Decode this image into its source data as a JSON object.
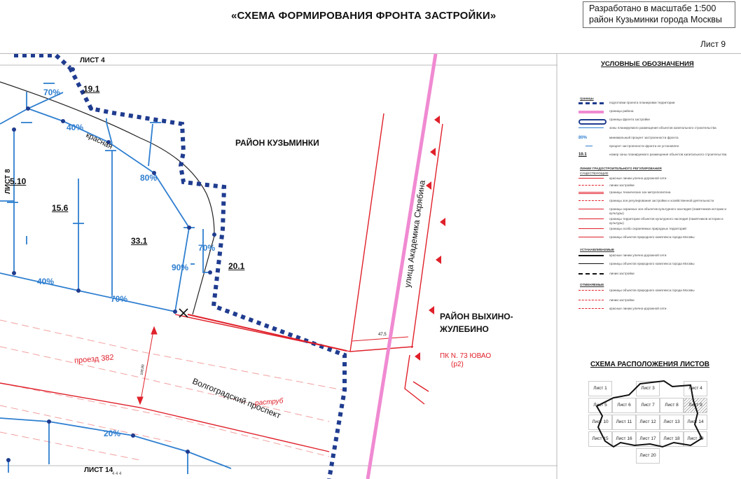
{
  "header": {
    "title": "«СХЕМА ФОРМИРОВАНИЯ ФРОНТА ЗАСТРОЙКИ»",
    "scale_line1": "Разработано в масштабе 1:500",
    "scale_line2": "район Кузьминки города Москвы",
    "sheet": "Лист 9"
  },
  "map": {
    "sheet_top": "ЛИСТ 4",
    "sheet_left": "ЛИСТ 8",
    "sheet_bottom": "ЛИСТ 14",
    "district_kuzminki": "РАЙОН КУЗЬМИНКИ",
    "district_vykhino_1": "РАЙОН ВЫХИНО-",
    "district_vykhino_2": "ЖУЛЕБИНО",
    "street_scriabin": "улица Академика Скрябина",
    "street_volgograd": "Волгоградский проспект",
    "street_proezd": "проезд 382",
    "street_krasnaya": "красная",
    "raztrub": "раструб",
    "pk_line1": "ПК N. 73 ЮВАО",
    "pk_line2": "(р2)",
    "dim_47": "47,5",
    "dim_108": "108,80",
    "plots": [
      "19.1",
      "5.10",
      "15.6",
      "33.1",
      "20.1"
    ],
    "percents": {
      "p70_top": "70%",
      "p40_left": "40%",
      "p80": "80%",
      "p70_right": "70%",
      "p90": "90%",
      "p40_bottom": "40%",
      "p70_bottom": "70%",
      "p20": "20%"
    },
    "bottom_small": "4 4 4"
  },
  "legend": {
    "title": "УСЛОВНЫЕ ОБОЗНАЧЕНИЯ",
    "group1": "границы",
    "items_a": [
      "подготовки проекта планировки территории",
      "границы района",
      "границы фронта застройки",
      "зоны планируемого размещения объектов капитального строительства",
      "минимальный процент застроенности фронта",
      "процент застроенности фронта не установлен",
      "номер зоны планируемого размещения объектов капитального строительства"
    ],
    "pct_sample": "80%",
    "num_sample": "10.1",
    "group2": "ЛИНИИ ГРАДОСТРОИТЕЛЬНОГО РЕГУЛИРОВАНИЯ",
    "group2_sub": "СУЩЕСТВУЮЩИЕ",
    "items_b": [
      "красные линии улично-дорожной сети",
      "линии застройки",
      "границы технических зон метрополитена",
      "границы зон регулирования застройки и хозяйственной деятельности",
      "границы охранных зон объектов культурного наследия (памятников истории и культуры)",
      "границы территории объектов культурного наследия (памятников истории и культуры)",
      "границы особо охраняемых природных территорий",
      "границы объектов природного комплекса города Москвы"
    ],
    "group3": "УСТАНАВЛИВАЕМЫЕ",
    "items_c": [
      "красные линии улично-дорожной сети",
      "границы объектов природного комплекса города Москвы",
      "линии застройки"
    ],
    "group4": "ОТМЕНЯЕМЫЕ",
    "items_d": [
      "границы объектов природного комплекса города Москвы",
      "линии застройки",
      "красные линии улично-дорожной сети"
    ]
  },
  "layout": {
    "title": "СХЕМА РАСПОЛОЖЕНИЯ ЛИСТОВ",
    "sheets": [
      "Лист 1",
      "Лист 3",
      "Лист 4",
      "Лист 5",
      "Лист 6",
      "Лист 7",
      "Лист 8",
      "Лист 9",
      "Лист 10",
      "Лист 11",
      "Лист 12",
      "Лист 13",
      "Лист 14",
      "Лист 15",
      "Лист 16",
      "Лист 17",
      "Лист 18",
      "Лист 19",
      "Лист 20"
    ]
  },
  "colors": {
    "blue_frontage": "#1f3c8f",
    "blue_lines": "#2f7fd0",
    "red_lines": "#e0202a",
    "district_border": "#f08ad2"
  }
}
